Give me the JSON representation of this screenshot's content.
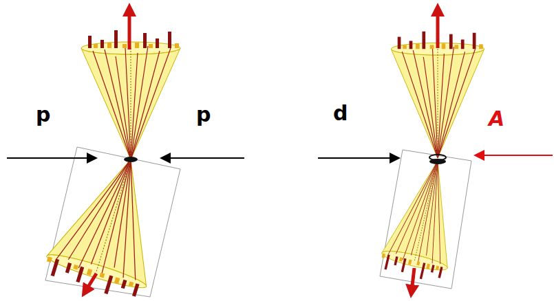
{
  "diagram": {
    "labels": [
      "p",
      "p",
      "d",
      "A"
    ]
  }
}
